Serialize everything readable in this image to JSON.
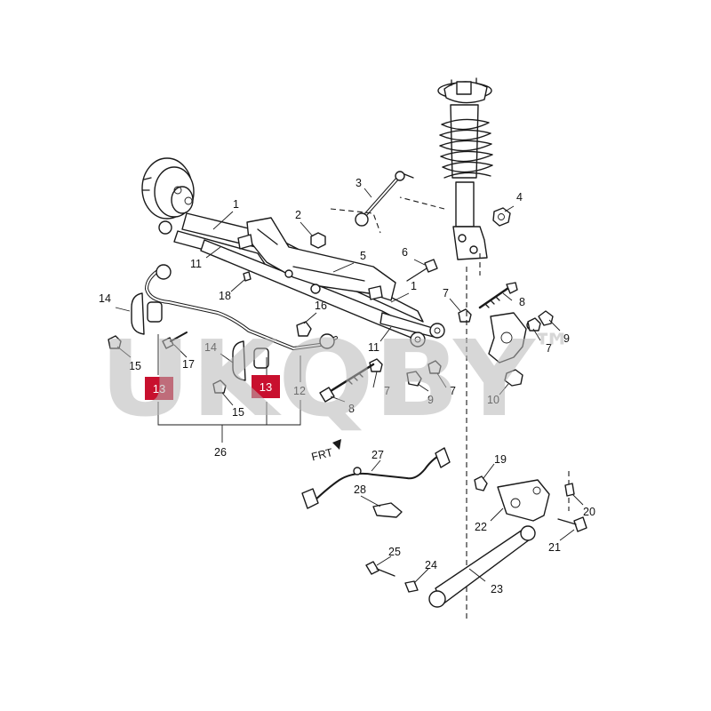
{
  "colors": {
    "line": "#1a1a1a",
    "highlight": "#c8102e",
    "watermark": "#b8b8b8"
  },
  "watermark": {
    "text": "UKQBY",
    "mark": "™"
  },
  "direction_label": "FRT",
  "callouts": [
    {
      "n": "1"
    },
    {
      "n": "1"
    },
    {
      "n": "2"
    },
    {
      "n": "3"
    },
    {
      "n": "4"
    },
    {
      "n": "5"
    },
    {
      "n": "6"
    },
    {
      "n": "7"
    },
    {
      "n": "7"
    },
    {
      "n": "7"
    },
    {
      "n": "7"
    },
    {
      "n": "8"
    },
    {
      "n": "8"
    },
    {
      "n": "9"
    },
    {
      "n": "9"
    },
    {
      "n": "10"
    },
    {
      "n": "11"
    },
    {
      "n": "11"
    },
    {
      "n": "12"
    },
    {
      "n": "14"
    },
    {
      "n": "14"
    },
    {
      "n": "15"
    },
    {
      "n": "15"
    },
    {
      "n": "16"
    },
    {
      "n": "17"
    },
    {
      "n": "18"
    },
    {
      "n": "19"
    },
    {
      "n": "20"
    },
    {
      "n": "21"
    },
    {
      "n": "22"
    },
    {
      "n": "23"
    },
    {
      "n": "24"
    },
    {
      "n": "25"
    },
    {
      "n": "26"
    },
    {
      "n": "27"
    },
    {
      "n": "28"
    }
  ],
  "highlights": [
    {
      "n": "13"
    },
    {
      "n": "13"
    }
  ],
  "icons": [
    "arrow-icon",
    "trademark-icon"
  ]
}
